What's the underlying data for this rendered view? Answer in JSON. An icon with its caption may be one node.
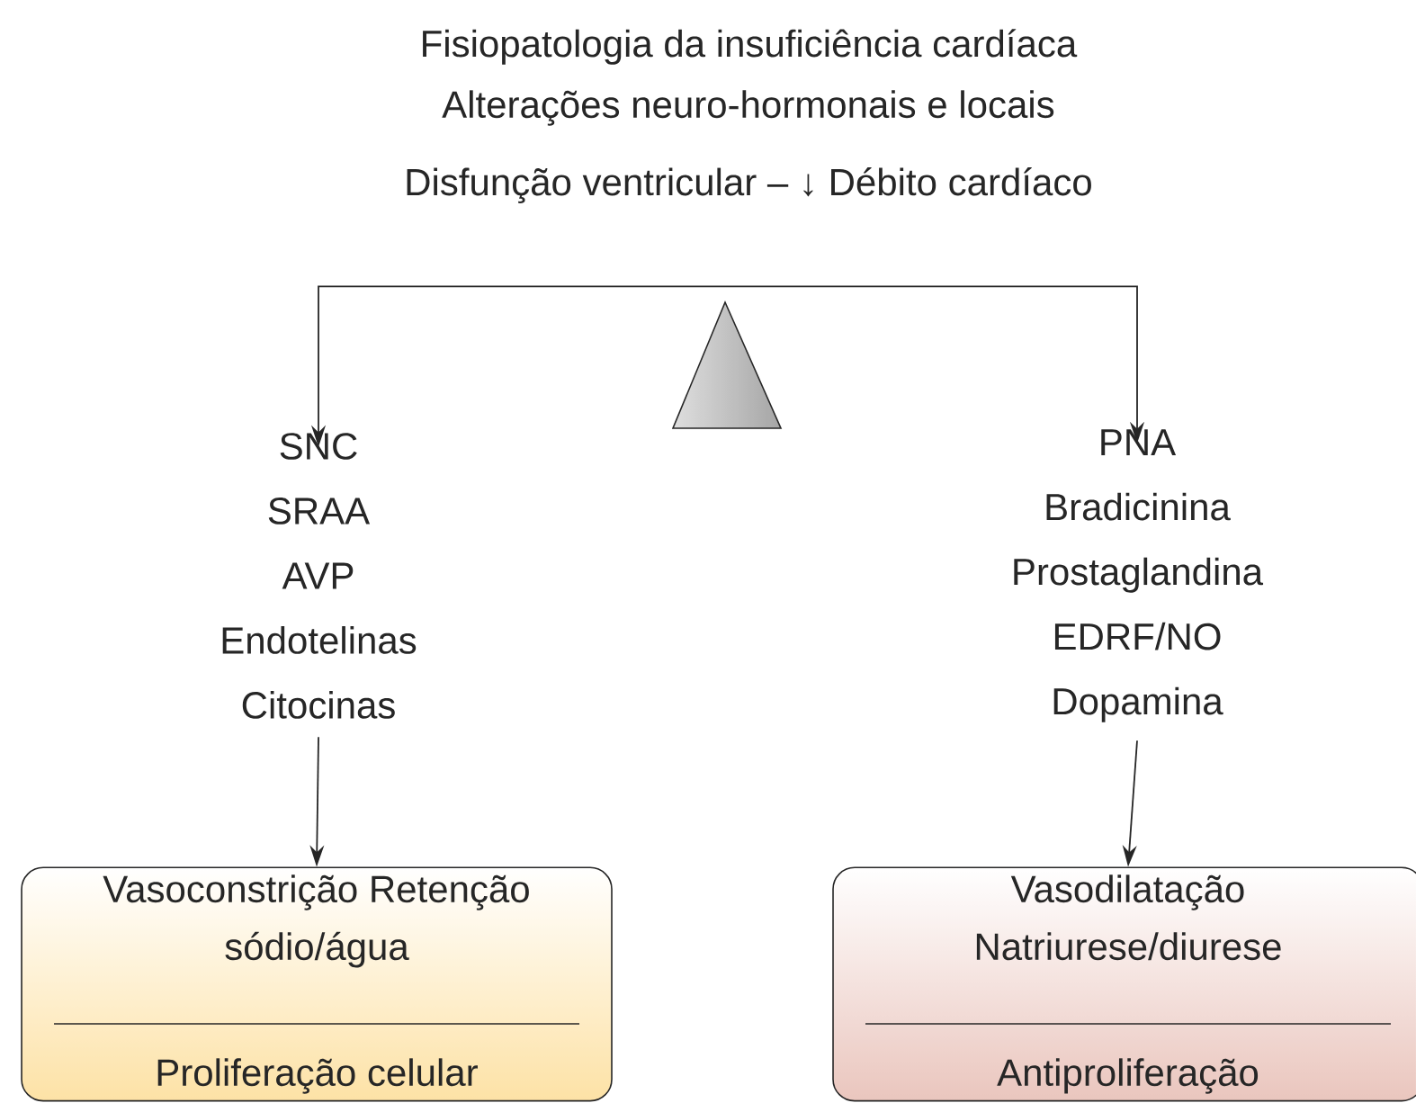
{
  "diagram": {
    "title": "Fisiopatologia da insuficiência cardíaca",
    "nodes": [
      {
        "text": [
          "Disfunção ventricular – ↓ Débito cardíaco"
        ]
      },
      {
        "text": [
          "SNC",
          "SRAA",
          "AVP",
          "Endotelinas",
          "Citocinas"
        ]
      },
      {
        "text": [
          "PNA",
          "Bradicinina",
          "Prostaglandina",
          "EDRF/NO",
          "Dopamina"
        ]
      },
      {
        "text": [
          "Vasoconstrição Retenção sódio/água",
          "Proliferação celular"
        ]
      },
      {
        "text": [
          "Vasodilatação Natriurese/diurese",
          "Antiproliferação"
        ]
      }
    ],
    "edges": [
      {
        "from": 0,
        "to": 1,
        "arrow": "to"
      },
      {
        "from": 0,
        "to": 2,
        "arrow": "to"
      },
      {
        "from": 1,
        "to": 3,
        "arrow": "to"
      },
      {
        "from": 2,
        "to": 4,
        "arrow": "to"
      }
    ],
    "labels": [
      "Alterações neuro-hormonais e locais"
    ]
  }
}
